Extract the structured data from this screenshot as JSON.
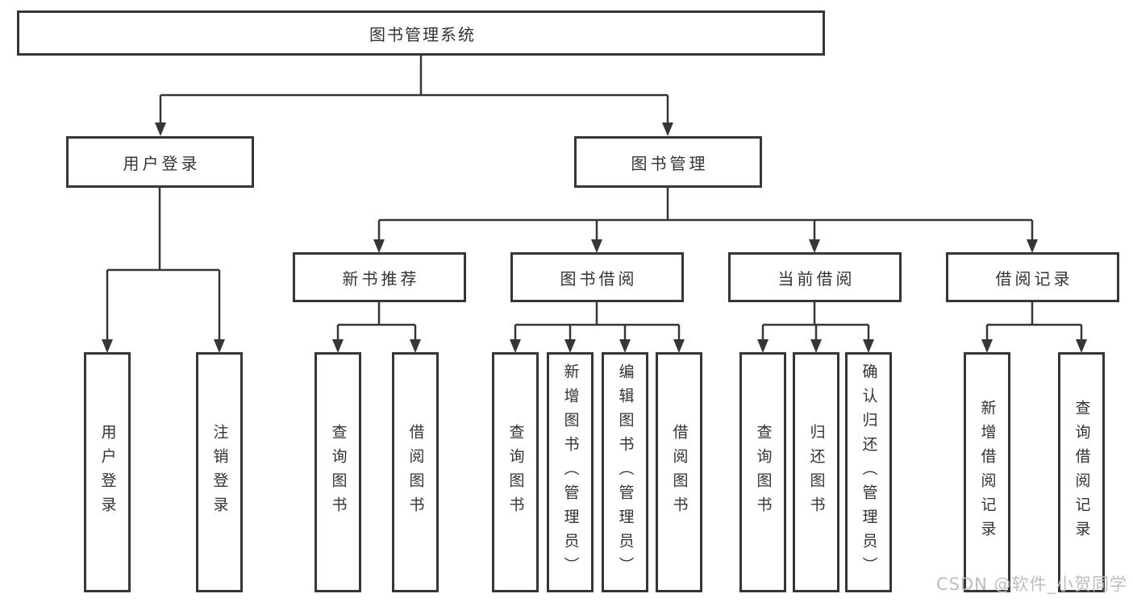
{
  "diagram": {
    "root": "图书管理系统",
    "branches": [
      {
        "label": "用户登录",
        "children": [
          "用户登录",
          "注销登录"
        ]
      },
      {
        "label": "图书管理",
        "sections": [
          {
            "label": "新书推荐",
            "children": [
              "查询图书",
              "借阅图书"
            ]
          },
          {
            "label": "图书借阅",
            "children": [
              "查询图书",
              "新增图书（管理员）",
              "编辑图书（管理员）",
              "借阅图书"
            ]
          },
          {
            "label": "当前借阅",
            "children": [
              "查询图书",
              "归还图书",
              "确认归还（管理员）"
            ]
          },
          {
            "label": "借阅记录",
            "children": [
              "新增借阅记录",
              "查询借阅记录"
            ]
          }
        ]
      }
    ]
  },
  "watermark": "CSDN @软件_小贺同学",
  "colors": {
    "line": "#363636",
    "text": "#333333",
    "watermark": "#bdbdbd",
    "background": "#ffffff"
  }
}
